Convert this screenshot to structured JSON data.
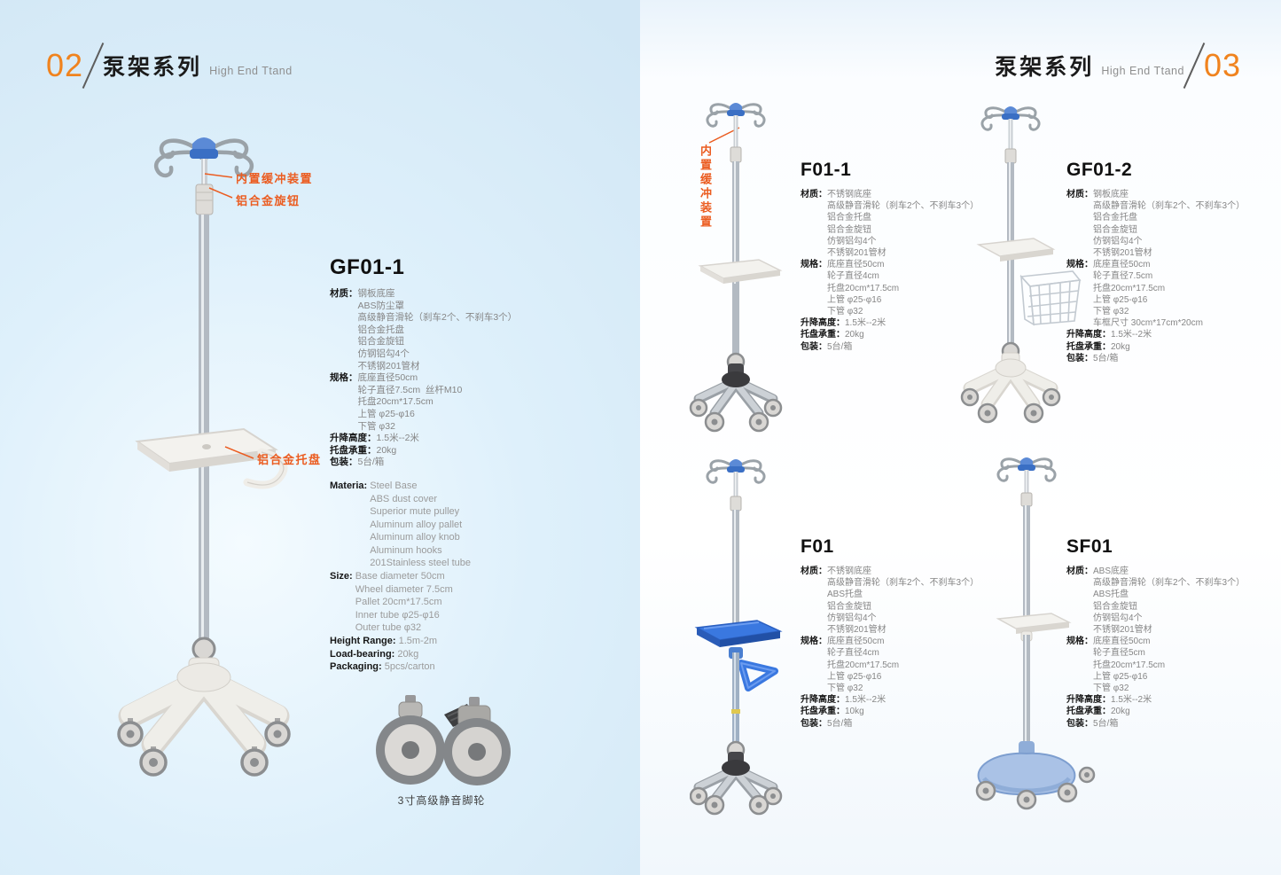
{
  "left_page": {
    "page_number": "02",
    "series_title": "泵架系列",
    "series_subtitle": "High End Ttand",
    "callouts": {
      "buffer": "内置缓冲装置",
      "knob": "铝合金旋钮",
      "pallet": "铝合金托盘"
    },
    "caster_caption": "3寸高级静音脚轮",
    "product": {
      "title": "GF01-1",
      "sections_cn": [
        {
          "label": "材质：",
          "lines": [
            "钢板底座",
            "ABS防尘罩",
            "高级静音滑轮（刹车2个、不刹车3个）",
            "铝合金托盘",
            "铝合金旋钮",
            "仿钢铝勾4个",
            "不锈钢201管材"
          ]
        },
        {
          "label": "规格：",
          "lines": [
            "底座直径50cm",
            "轮子直径7.5cm  丝杆M10",
            "托盘20cm*17.5cm",
            "上管 φ25-φ16",
            "下管 φ32"
          ]
        },
        {
          "label": "升降高度：",
          "lines": [
            "1.5米--2米"
          ]
        },
        {
          "label": "托盘承重：",
          "lines": [
            "20kg"
          ]
        },
        {
          "label": "包装：",
          "lines": [
            "5台/箱"
          ]
        }
      ],
      "sections_en": [
        {
          "label": "Materia: ",
          "lines": [
            "Steel Base",
            "ABS dust cover",
            "Superior mute pulley",
            "Aluminum alloy pallet",
            "Aluminum alloy knob",
            "Aluminum hooks",
            "201Stainless steel tube"
          ]
        },
        {
          "label": "Size: ",
          "lines": [
            "Base diameter 50cm",
            "Wheel diameter 7.5cm",
            "Pallet 20cm*17.5cm",
            "Inner tube φ25-φ16",
            "Outer tube φ32"
          ]
        },
        {
          "label": "Height Range: ",
          "lines": [
            "1.5m-2m"
          ]
        },
        {
          "label": "Load-bearing: ",
          "lines": [
            "20kg"
          ]
        },
        {
          "label": "Packaging: ",
          "lines": [
            "5pcs/carton"
          ]
        }
      ]
    }
  },
  "right_page": {
    "page_number": "03",
    "series_title": "泵架系列",
    "series_subtitle": "High End Ttand",
    "callout": "内置缓冲装置",
    "products": [
      {
        "title": "F01-1",
        "sections": [
          {
            "label": "材质：",
            "lines": [
              "不锈钢底座",
              "高级静音滑轮（刹车2个、不刹车3个）",
              "铝合金托盘",
              "铝合金旋钮",
              "仿钢铝勾4个",
              "不锈钢201管材"
            ]
          },
          {
            "label": "规格：",
            "lines": [
              "底座直径50cm",
              "轮子直径4cm",
              "托盘20cm*17.5cm",
              "上管 φ25-φ16",
              "下管 φ32"
            ]
          },
          {
            "label": "升降高度：",
            "lines": [
              "1.5米--2米"
            ]
          },
          {
            "label": "托盘承重：",
            "lines": [
              "20kg"
            ]
          },
          {
            "label": "包装：",
            "lines": [
              "5台/箱"
            ]
          }
        ]
      },
      {
        "title": "GF01-2",
        "sections": [
          {
            "label": "材质：",
            "lines": [
              "钢板底座",
              "高级静音滑轮（刹车2个、不刹车3个）",
              "铝合金托盘",
              "铝合金旋钮",
              "仿钢铝勾4个",
              "不锈钢201管材"
            ]
          },
          {
            "label": "规格：",
            "lines": [
              "底座直径50cm",
              "轮子直径7.5cm",
              "托盘20cm*17.5cm",
              "上管 φ25-φ16",
              "下管 φ32",
              "车框尺寸 30cm*17cm*20cm"
            ]
          },
          {
            "label": "升降高度：",
            "lines": [
              "1.5米--2米"
            ]
          },
          {
            "label": "托盘承重：",
            "lines": [
              "20kg"
            ]
          },
          {
            "label": "包装：",
            "lines": [
              "5台/箱"
            ]
          }
        ]
      },
      {
        "title": "F01",
        "sections": [
          {
            "label": "材质：",
            "lines": [
              "不锈钢底座",
              "高级静音滑轮（刹车2个、不刹车3个）",
              "ABS托盘",
              "铝合金旋钮",
              "仿钢铝勾4个",
              "不锈钢201管材"
            ]
          },
          {
            "label": "规格：",
            "lines": [
              "底座直径50cm",
              "轮子直径4cm",
              "托盘20cm*17.5cm",
              "上管 φ25-φ16",
              "下管 φ32"
            ]
          },
          {
            "label": "升降高度：",
            "lines": [
              "1.5米--2米"
            ]
          },
          {
            "label": "托盘承重：",
            "lines": [
              "10kg"
            ]
          },
          {
            "label": "包装：",
            "lines": [
              "5台/箱"
            ]
          }
        ]
      },
      {
        "title": "SF01",
        "sections": [
          {
            "label": "材质：",
            "lines": [
              "ABS底座",
              "高级静音滑轮（刹车2个、不刹车3个）",
              "ABS托盘",
              "铝合金旋钮",
              "仿钢铝勾4个",
              "不锈钢201管材"
            ]
          },
          {
            "label": "规格：",
            "lines": [
              "底座直径50cm",
              "轮子直径5cm",
              "托盘20cm*17.5cm",
              "上管 φ25-φ16",
              "下管 φ32"
            ]
          },
          {
            "label": "升降高度：",
            "lines": [
              "1.5米--2米"
            ]
          },
          {
            "label": "托盘承重：",
            "lines": [
              "20kg"
            ]
          },
          {
            "label": "包装：",
            "lines": [
              "5台/箱"
            ]
          }
        ]
      }
    ]
  }
}
